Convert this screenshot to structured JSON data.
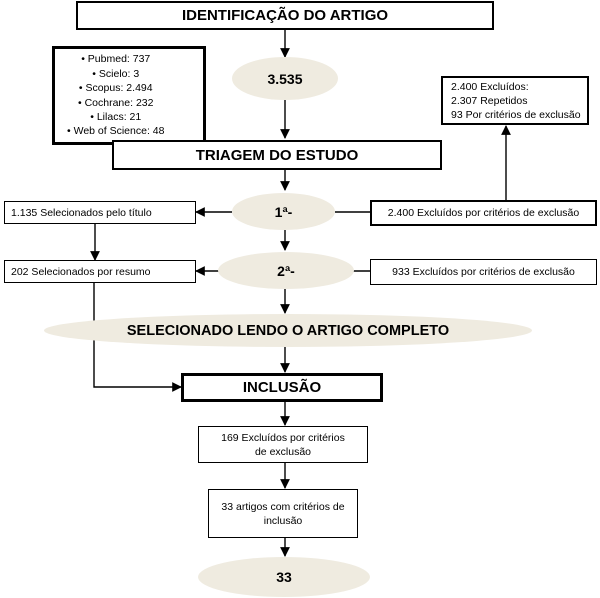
{
  "identification": {
    "title": "IDENTIFICAÇÃO DO ARTIGO"
  },
  "sources": [
    "Pubmed: 737",
    "Scielo: 3",
    "Scopus: 2.494",
    "Cochrane: 232",
    "Lilacs: 21",
    "Web of Science: 48"
  ],
  "total_oval": "3.535",
  "excluded_summary": [
    "2.400 Excluídos:",
    "2.307 Repetidos",
    "93 Por critérios de exclusão"
  ],
  "screening": {
    "title": "TRIAGEM DO ESTUDO"
  },
  "stage1": {
    "oval": "1ª-",
    "selected": "1.135 Selecionados pelo título",
    "excluded": "2.400 Excluídos por critérios de exclusão"
  },
  "stage2": {
    "oval": "2ª-",
    "selected": "202 Selecionados por resumo",
    "excluded": "933 Excluídos por critérios de exclusão"
  },
  "full_read": "SELECIONADO LENDO O ARTIGO COMPLETO",
  "inclusion": {
    "title": "INCLUSÃO"
  },
  "excluded_final": "169 Excluídos por critérios de exclusão",
  "included_final": "33 artigos com critérios de inclusão",
  "final_oval": "33"
}
